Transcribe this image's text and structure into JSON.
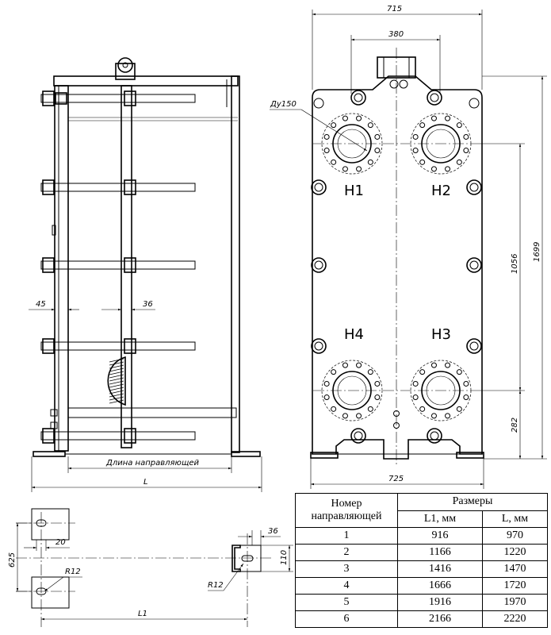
{
  "side_view": {
    "dim_45": "45",
    "dim_36": "36",
    "guide_length_label": "Длина направляющей",
    "dim_L": "L"
  },
  "front_view": {
    "dim_715": "715",
    "dim_380": "380",
    "dim_du150": "Ду150",
    "dim_1056": "1056",
    "dim_1699": "1699",
    "dim_282": "282",
    "dim_725": "725",
    "ports": [
      "Н1",
      "Н2",
      "Н4",
      "Н3"
    ]
  },
  "foundation_view": {
    "dim_625": "625",
    "dim_20": "20",
    "dim_R12_left": "R12",
    "dim_36": "36",
    "dim_110": "110",
    "dim_R12_right": "R12",
    "dim_L1": "L1"
  },
  "table": {
    "header_col1": "Номер направляющей",
    "header_group": "Размеры",
    "header_l1": "L1, мм",
    "header_l": "L, мм",
    "rows": [
      {
        "n": "1",
        "l1": "916",
        "l": "970"
      },
      {
        "n": "2",
        "l1": "1166",
        "l": "1220"
      },
      {
        "n": "3",
        "l1": "1416",
        "l": "1470"
      },
      {
        "n": "4",
        "l1": "1666",
        "l": "1720"
      },
      {
        "n": "5",
        "l1": "1916",
        "l": "1970"
      },
      {
        "n": "6",
        "l1": "2166",
        "l": "2220"
      }
    ]
  }
}
